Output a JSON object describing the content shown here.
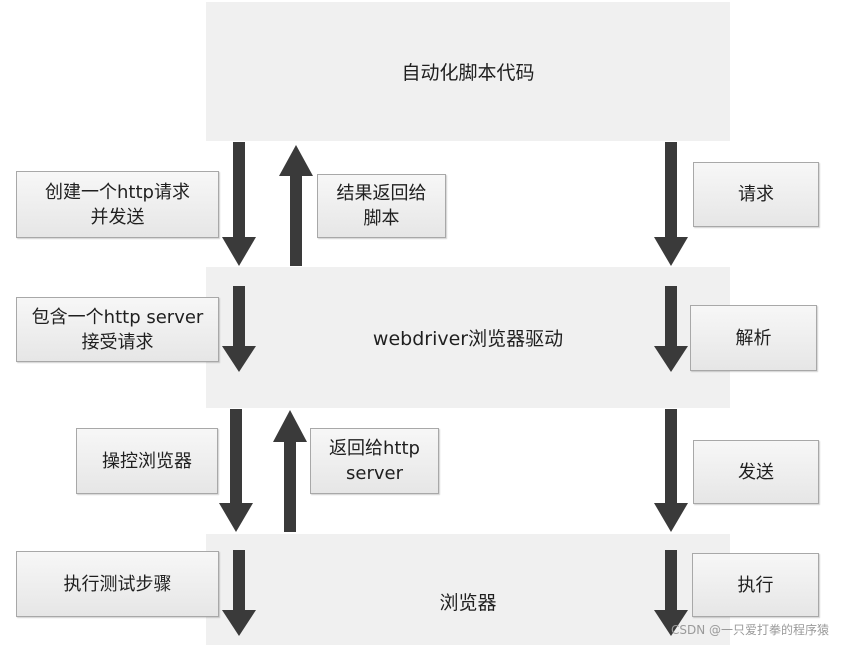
{
  "layers": {
    "automation": "自动化脚本代码",
    "driver": "webdriver浏览器驱动",
    "browser": "浏览器"
  },
  "notes": {
    "create_request": "创建一个http请求\n并发送",
    "return_result": "结果返回给\n脚本",
    "request": "请求",
    "http_server": "包含一个http server\n接受请求",
    "parse": "解析",
    "control_browser": "操控浏览器",
    "return_to_server": "返回给http\nserver",
    "send": "发送",
    "execute_steps": "执行测试步骤",
    "execute": "执行"
  },
  "watermark": "CSDN @一只爱打拳的程序猿",
  "colors": {
    "arrow": "#3a3a3a",
    "layer": "#f0f0f0",
    "note_border": "#a8a8a8"
  }
}
